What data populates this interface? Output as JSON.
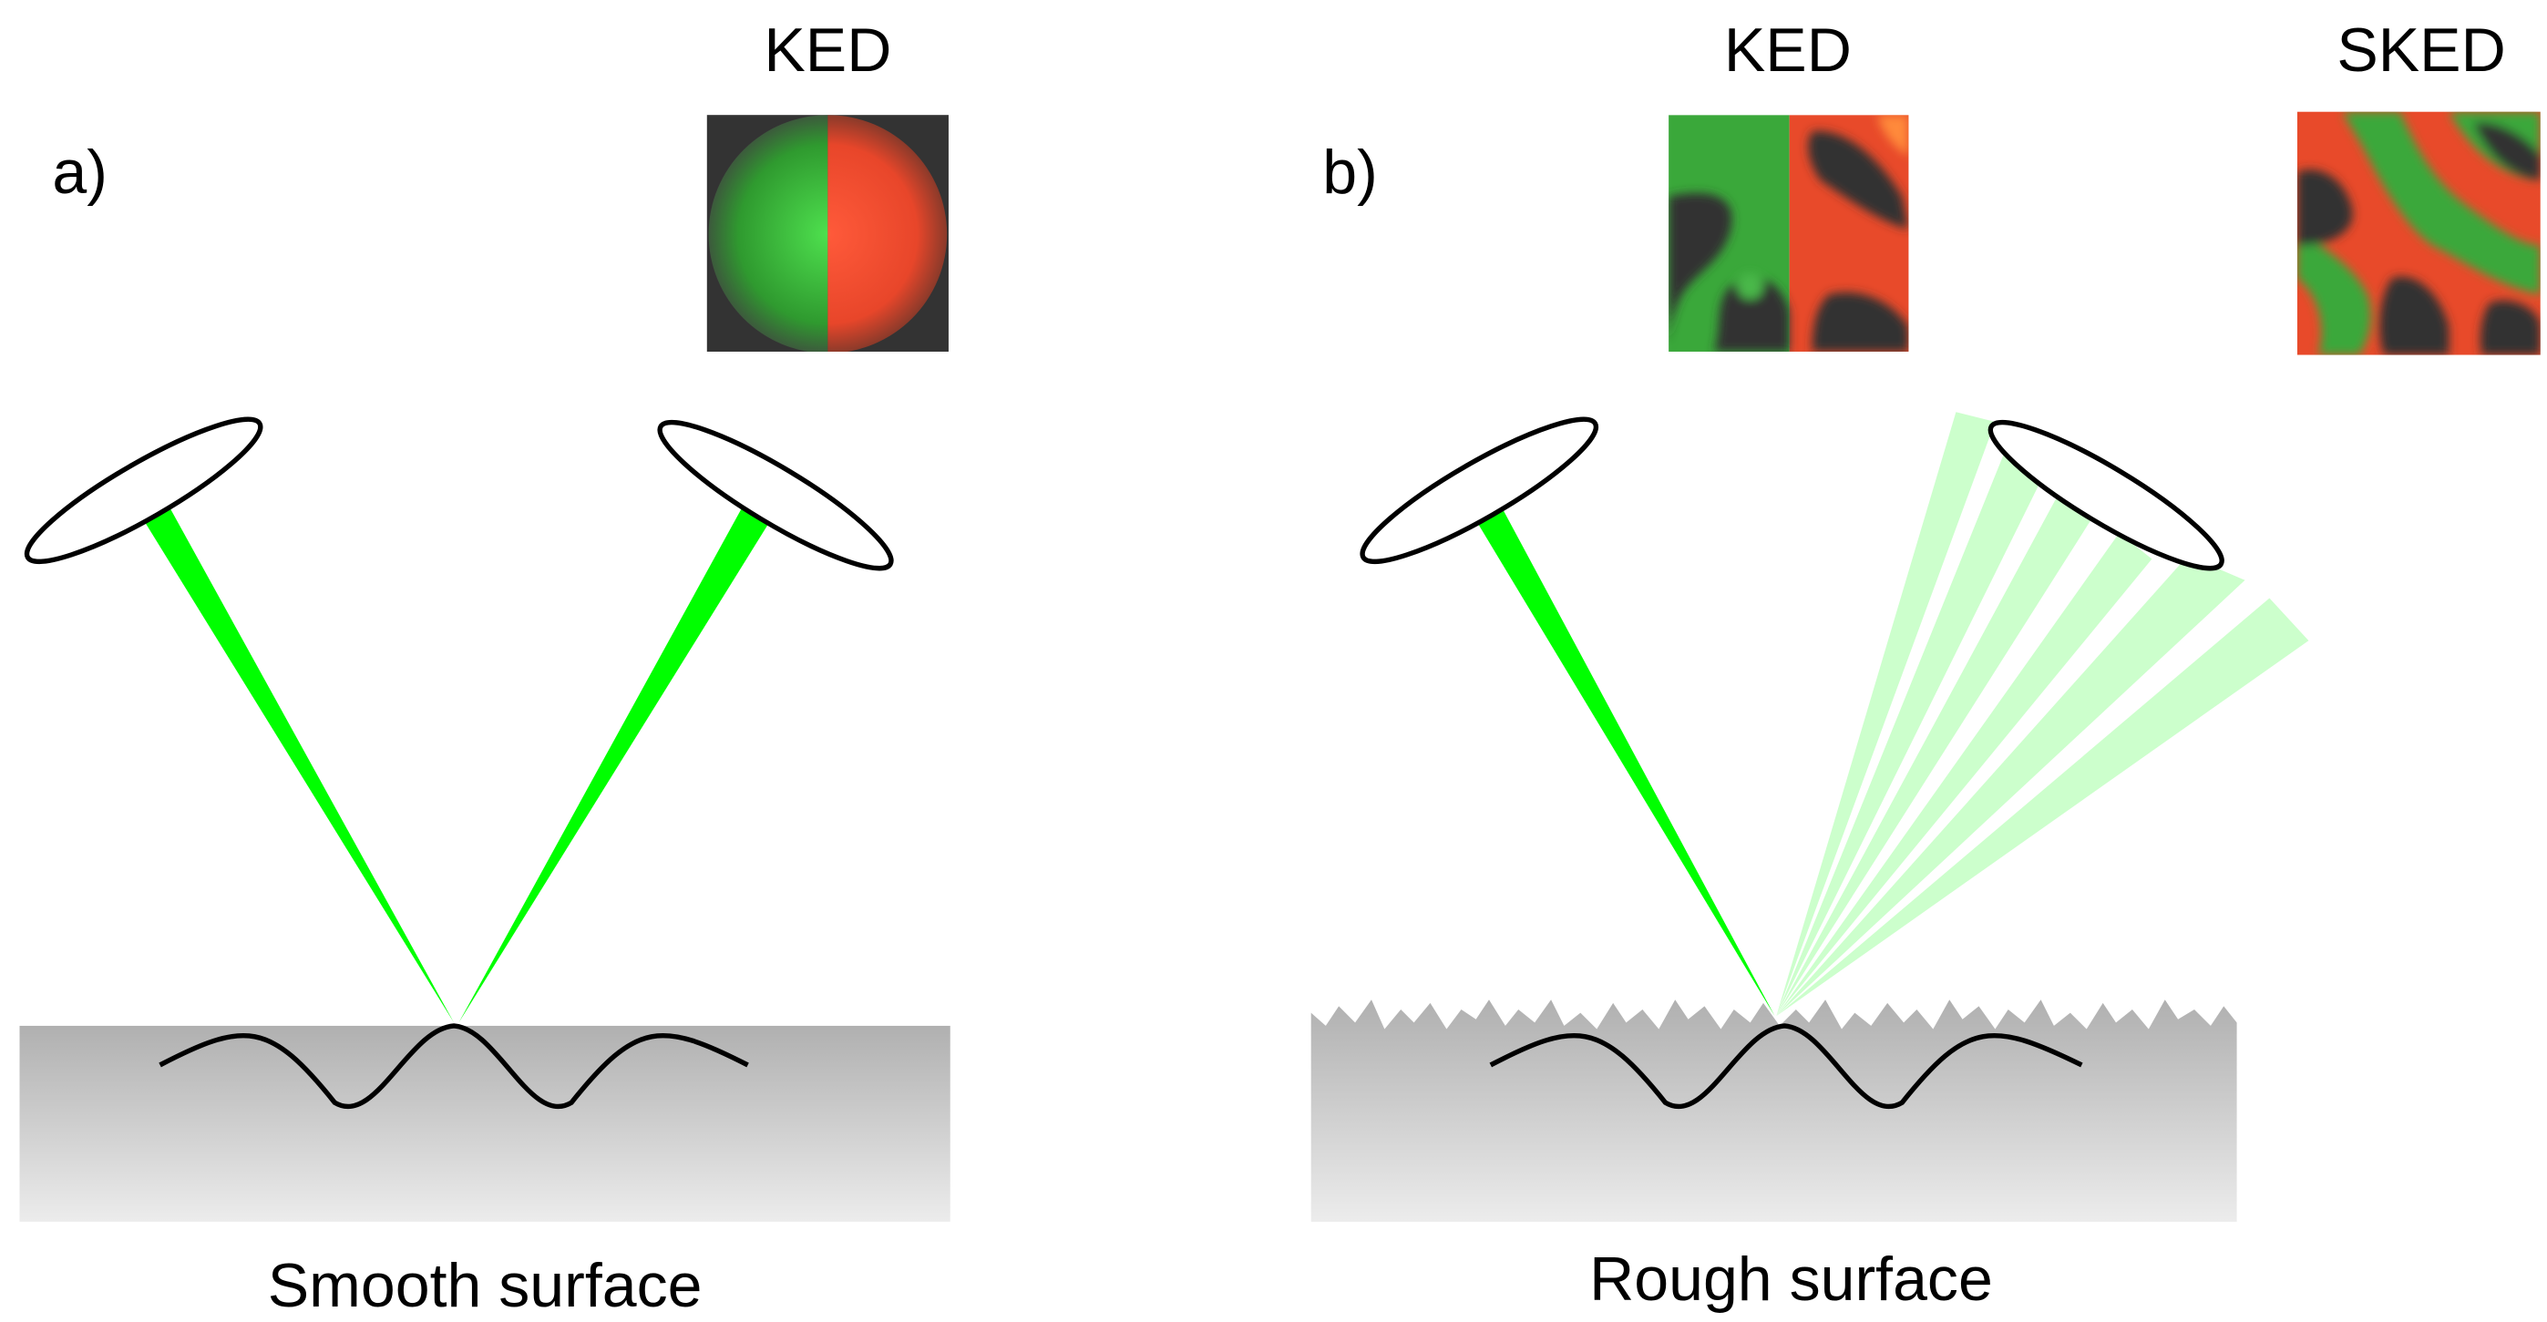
{
  "panel_a": {
    "label": "a)",
    "inset_title": "KED",
    "caption": "Smooth surface"
  },
  "panel_b": {
    "label": "b)",
    "inset_ked_title": "KED",
    "inset_sked_title": "SKED",
    "caption": "Rough surface"
  },
  "colors": {
    "beam": "#00ff00",
    "scatter_beam": "#ccffcc",
    "map_green": "#3aa83a",
    "map_red": "#ff4a2a",
    "map_dark": "#333333",
    "surface_top": "#b0b0b0",
    "surface_bottom": "#ececec"
  }
}
